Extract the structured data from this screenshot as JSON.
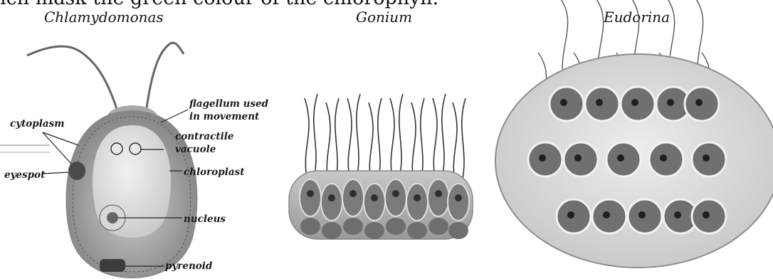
{
  "header_text": "ich mask the green colour of the chlorophyll.",
  "captions": {
    "chlamydomonas": "Chlamydomonas",
    "gonium": "Gonium",
    "eudorina": "Eudorina"
  },
  "chlamydomonas_labels": {
    "flagellum": [
      "flagellum used",
      "in movement"
    ],
    "cytoplasm": "cytoplasm",
    "contractile_vacuole": [
      "contractile",
      "vacuole"
    ],
    "eyespot": "eyespot",
    "chloroplast": "chloroplast",
    "nucleus": "nucleus",
    "pyrenoid": "pyrenoid"
  },
  "colors": {
    "cell_outer": "#9a9a9a",
    "cell_inner": "#dadada",
    "chloroplast_dark": "#6b6b6b",
    "matrix": "#dcdcdc"
  }
}
